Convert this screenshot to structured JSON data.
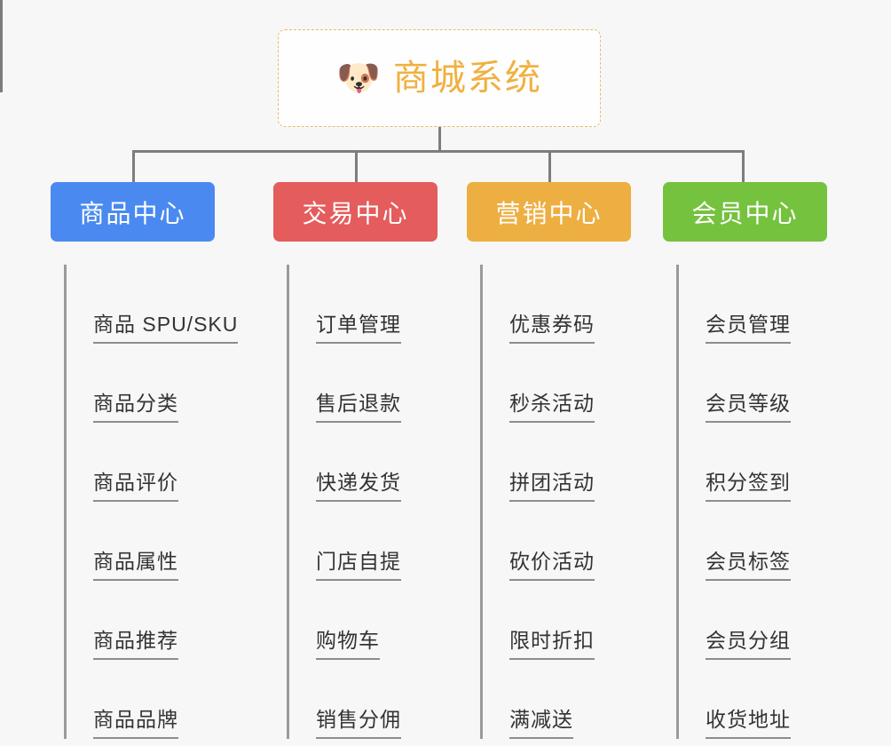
{
  "diagram": {
    "type": "mind-map",
    "background_color": "#f7f7f7",
    "root": {
      "icon": "dog-face-icon",
      "icon_glyph": "🐶",
      "title": "商城系统",
      "title_color": "#f0b040",
      "border_color": "#e8b96a",
      "border_style": "dashed",
      "background_color": "#fefefe"
    },
    "connector_color": "#7d7d7d",
    "spine_color": "#9a9a9a",
    "underline_color": "#8d8d8d",
    "branches": [
      {
        "title": "商品中心",
        "color": "#4a8af0",
        "text_color": "#ffffff",
        "items": [
          "商品 SPU/SKU",
          "商品分类",
          "商品评价",
          "商品属性",
          "商品推荐",
          "商品品牌"
        ]
      },
      {
        "title": "交易中心",
        "color": "#e45c5c",
        "text_color": "#ffffff",
        "items": [
          "订单管理",
          "售后退款",
          "快递发货",
          "门店自提",
          "购物车",
          "销售分佣"
        ]
      },
      {
        "title": "营销中心",
        "color": "#edaf42",
        "text_color": "#ffffff",
        "items": [
          "优惠券码",
          "秒杀活动",
          "拼团活动",
          "砍价活动",
          "限时折扣",
          "满减送"
        ]
      },
      {
        "title": "会员中心",
        "color": "#75c23f",
        "text_color": "#ffffff",
        "items": [
          "会员管理",
          "会员等级",
          "积分签到",
          "会员标签",
          "会员分组",
          "收货地址"
        ]
      }
    ]
  }
}
